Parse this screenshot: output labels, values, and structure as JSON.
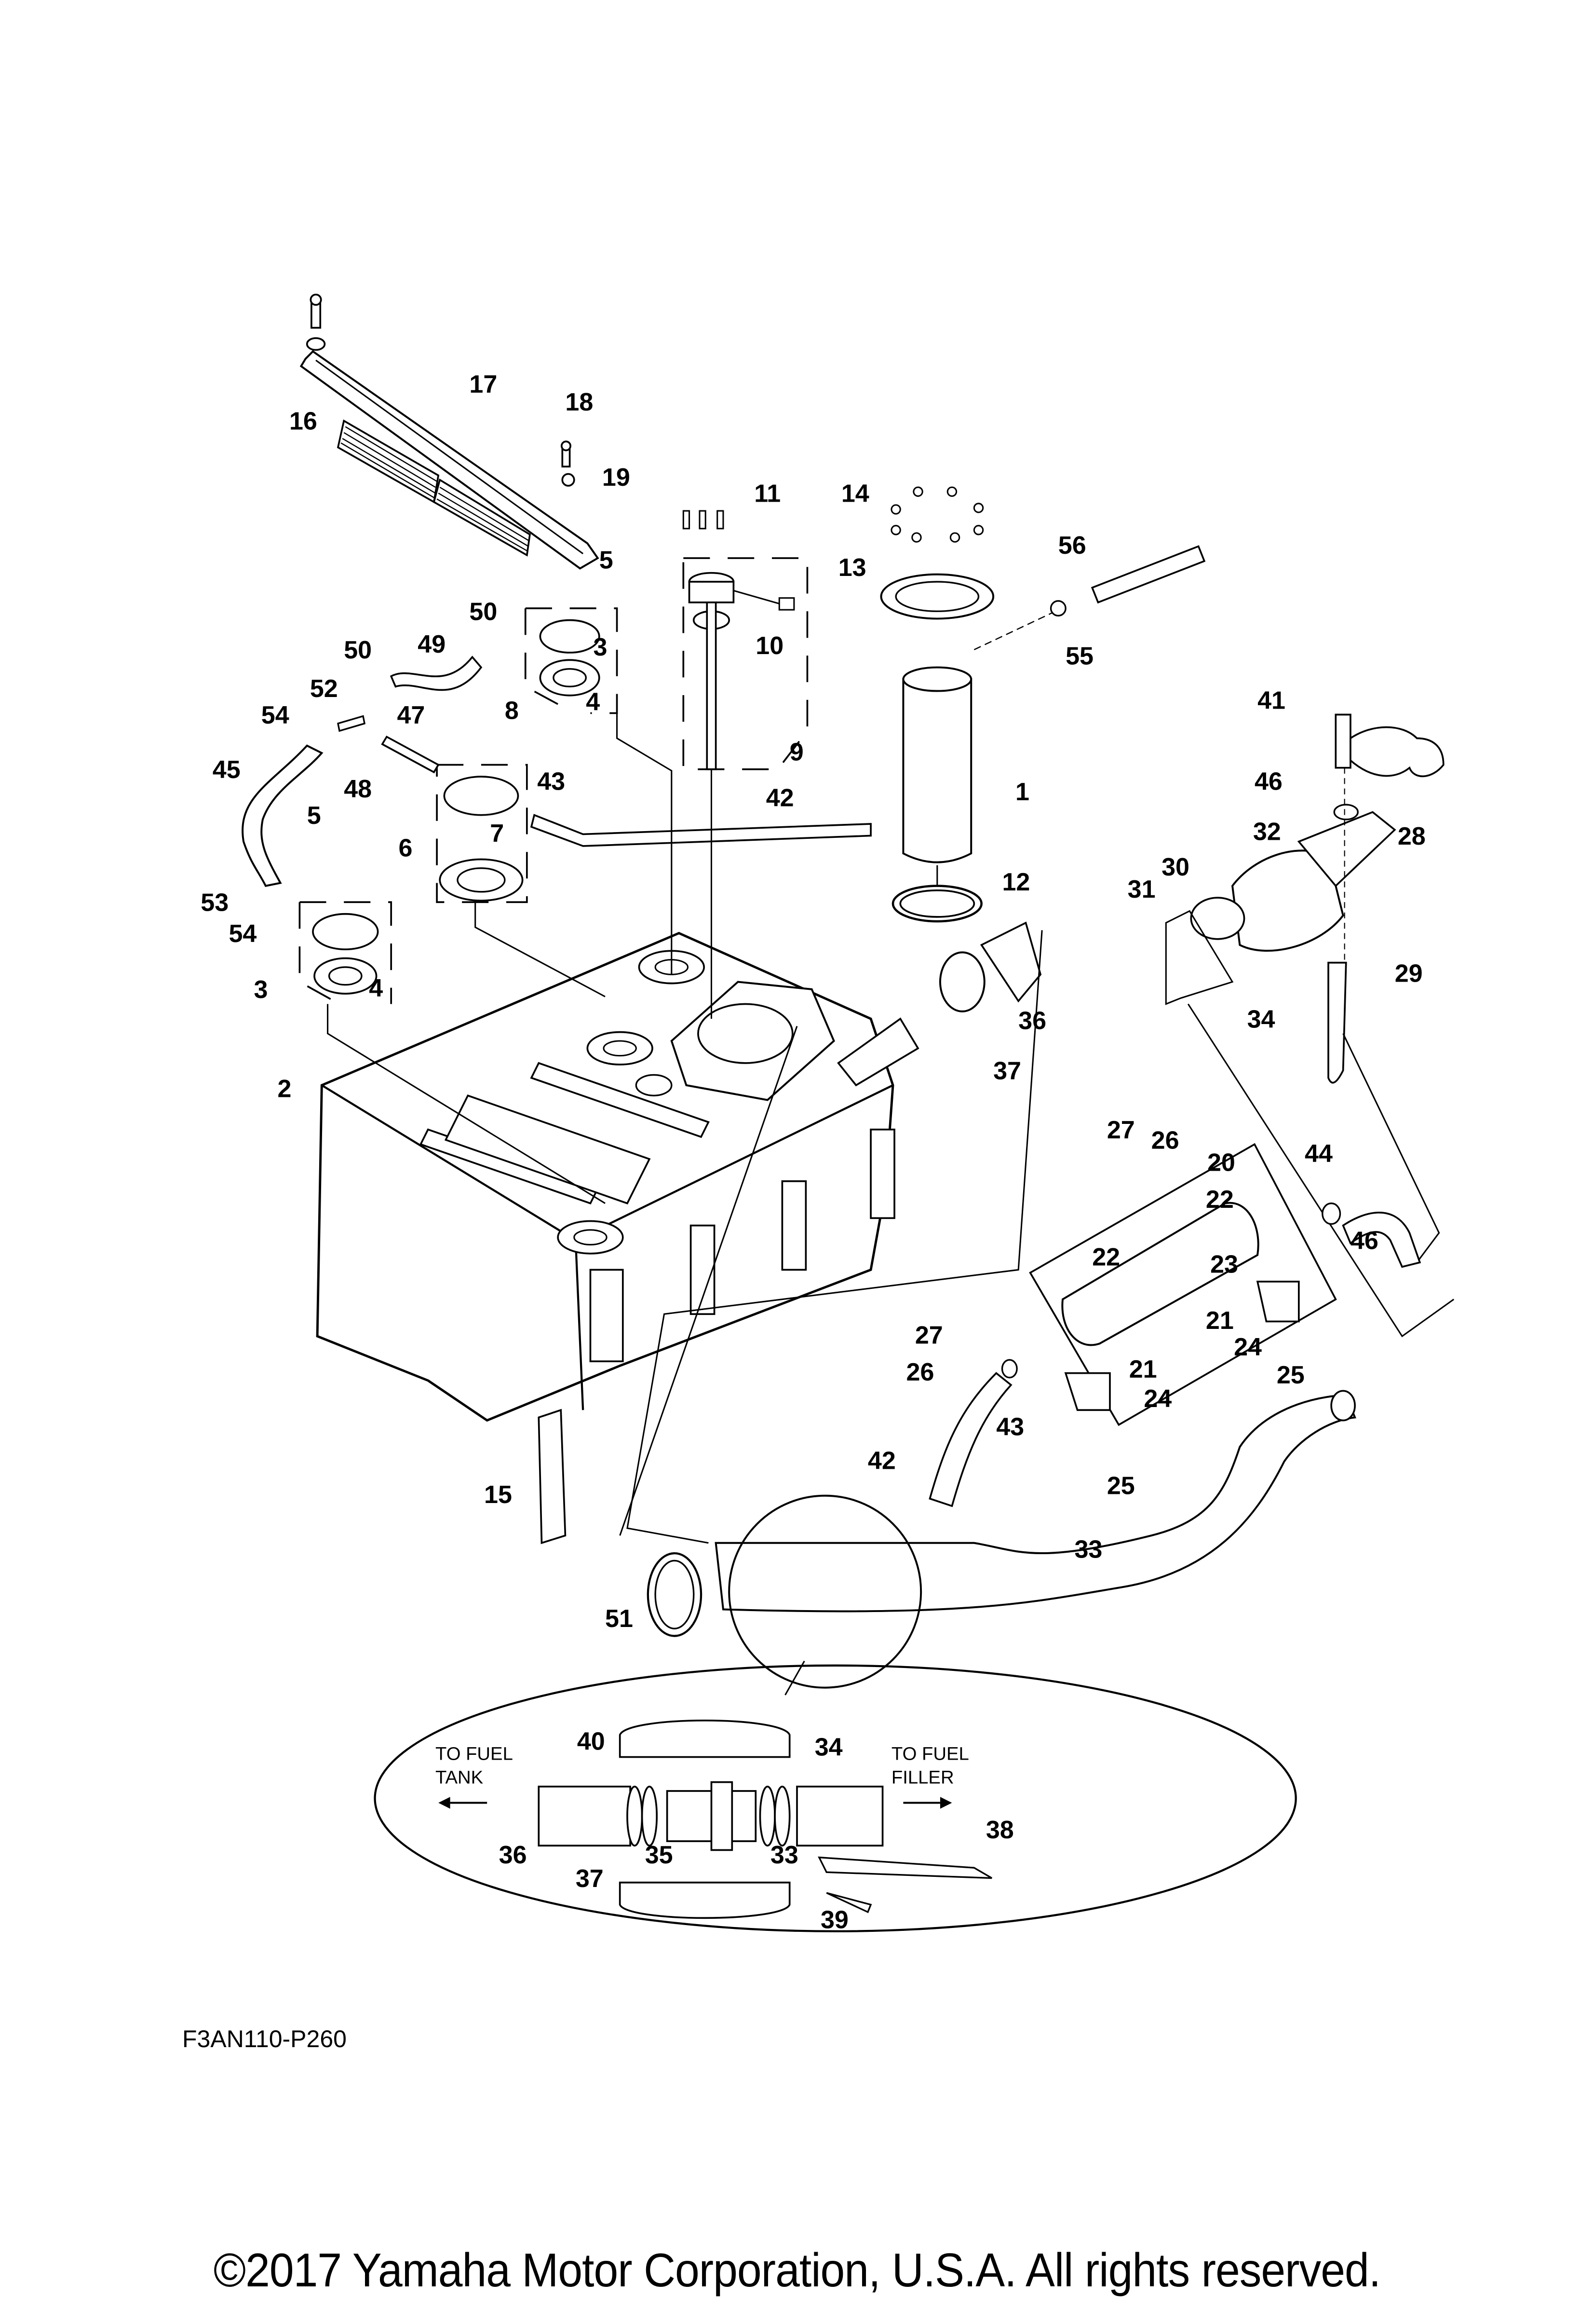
{
  "document": {
    "type": "parts-diagram",
    "subject": "Fuel tank assembly exploded view",
    "reference_code": "F3AN110-P260",
    "copyright": "©2017 Yamaha Motor Corporation, U.S.A. All rights reserved."
  },
  "inset": {
    "left_note_line1": "TO FUEL",
    "left_note_line2": "TANK",
    "right_note_line1": "TO FUEL",
    "right_note_line2": "FILLER"
  },
  "callouts": [
    {
      "id": "c1",
      "label": "1"
    },
    {
      "id": "c2",
      "label": "2"
    },
    {
      "id": "c3a",
      "label": "3"
    },
    {
      "id": "c3b",
      "label": "3"
    },
    {
      "id": "c4a",
      "label": "4"
    },
    {
      "id": "c4b",
      "label": "4"
    },
    {
      "id": "c5a",
      "label": "5"
    },
    {
      "id": "c5b",
      "label": "5"
    },
    {
      "id": "c6",
      "label": "6"
    },
    {
      "id": "c7",
      "label": "7"
    },
    {
      "id": "c8",
      "label": "8"
    },
    {
      "id": "c9",
      "label": "9"
    },
    {
      "id": "c10",
      "label": "10"
    },
    {
      "id": "c11",
      "label": "11"
    },
    {
      "id": "c12",
      "label": "12"
    },
    {
      "id": "c13",
      "label": "13"
    },
    {
      "id": "c14",
      "label": "14"
    },
    {
      "id": "c15",
      "label": "15"
    },
    {
      "id": "c16",
      "label": "16"
    },
    {
      "id": "c17",
      "label": "17"
    },
    {
      "id": "c18",
      "label": "18"
    },
    {
      "id": "c19",
      "label": "19"
    },
    {
      "id": "c20",
      "label": "20"
    },
    {
      "id": "c21a",
      "label": "21"
    },
    {
      "id": "c21b",
      "label": "21"
    },
    {
      "id": "c22a",
      "label": "22"
    },
    {
      "id": "c22b",
      "label": "22"
    },
    {
      "id": "c23",
      "label": "23"
    },
    {
      "id": "c24a",
      "label": "24"
    },
    {
      "id": "c24b",
      "label": "24"
    },
    {
      "id": "c25a",
      "label": "25"
    },
    {
      "id": "c25b",
      "label": "25"
    },
    {
      "id": "c26a",
      "label": "26"
    },
    {
      "id": "c26b",
      "label": "26"
    },
    {
      "id": "c27a",
      "label": "27"
    },
    {
      "id": "c27b",
      "label": "27"
    },
    {
      "id": "c28",
      "label": "28"
    },
    {
      "id": "c29",
      "label": "29"
    },
    {
      "id": "c30",
      "label": "30"
    },
    {
      "id": "c31",
      "label": "31"
    },
    {
      "id": "c32",
      "label": "32"
    },
    {
      "id": "c33a",
      "label": "33"
    },
    {
      "id": "c33b",
      "label": "33"
    },
    {
      "id": "c34a",
      "label": "34"
    },
    {
      "id": "c34b",
      "label": "34"
    },
    {
      "id": "c35",
      "label": "35"
    },
    {
      "id": "c36a",
      "label": "36"
    },
    {
      "id": "c36b",
      "label": "36"
    },
    {
      "id": "c37a",
      "label": "37"
    },
    {
      "id": "c37b",
      "label": "37"
    },
    {
      "id": "c38",
      "label": "38"
    },
    {
      "id": "c39",
      "label": "39"
    },
    {
      "id": "c40",
      "label": "40"
    },
    {
      "id": "c41",
      "label": "41"
    },
    {
      "id": "c42a",
      "label": "42"
    },
    {
      "id": "c42b",
      "label": "42"
    },
    {
      "id": "c43a",
      "label": "43"
    },
    {
      "id": "c43b",
      "label": "43"
    },
    {
      "id": "c44",
      "label": "44"
    },
    {
      "id": "c45",
      "label": "45"
    },
    {
      "id": "c46a",
      "label": "46"
    },
    {
      "id": "c46b",
      "label": "46"
    },
    {
      "id": "c47",
      "label": "47"
    },
    {
      "id": "c48",
      "label": "48"
    },
    {
      "id": "c49",
      "label": "49"
    },
    {
      "id": "c50a",
      "label": "50"
    },
    {
      "id": "c50b",
      "label": "50"
    },
    {
      "id": "c51",
      "label": "51"
    },
    {
      "id": "c52",
      "label": "52"
    },
    {
      "id": "c53",
      "label": "53"
    },
    {
      "id": "c54a",
      "label": "54"
    },
    {
      "id": "c54b",
      "label": "54"
    },
    {
      "id": "c55",
      "label": "55"
    },
    {
      "id": "c56",
      "label": "56"
    }
  ]
}
